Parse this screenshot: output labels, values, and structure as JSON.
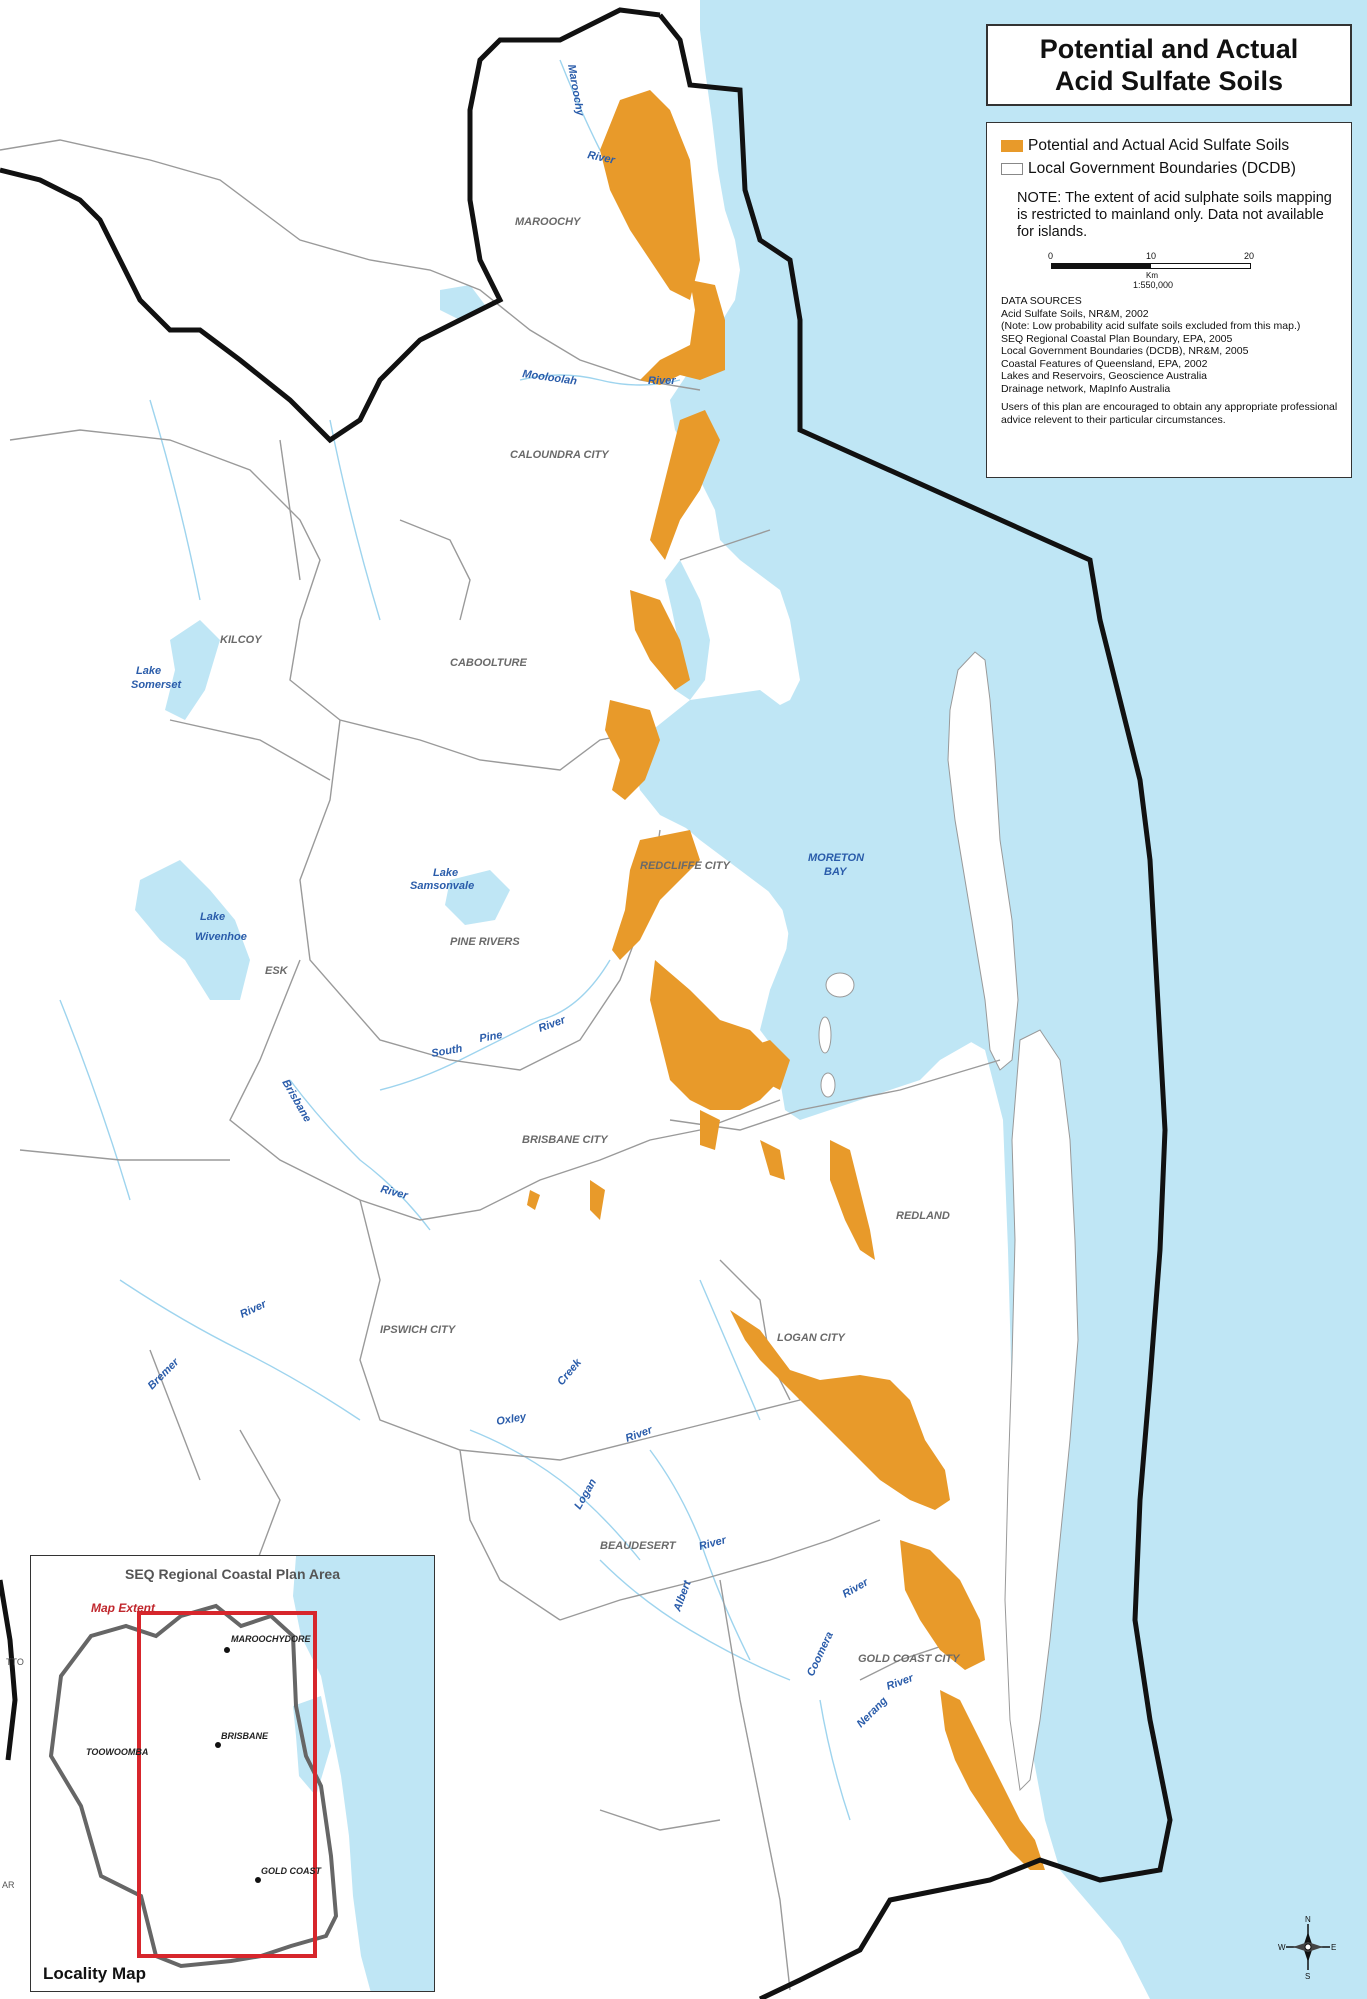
{
  "title": "Potential and Actual\nAcid Sulfate Soils",
  "legend": {
    "items": [
      {
        "label": "Potential and Actual Acid Sulfate Soils",
        "color": "#e89a2a"
      },
      {
        "label": "Local Government Boundaries (DCDB)",
        "color": "#888888"
      }
    ],
    "note": "NOTE: The extent of acid sulphate soils mapping is restricted to mainland only. Data not available for islands.",
    "scale": {
      "ticks": [
        "0",
        "10",
        "20"
      ],
      "unit": "Km",
      "ratio": "1:550,000"
    },
    "sources": [
      "DATA SOURCES",
      "Acid Sulfate Soils, NR&M, 2002",
      "(Note: Low probability acid sulfate soils excluded from this map.)",
      "SEQ Regional Coastal Plan Boundary, EPA, 2005",
      "Local Government Boundaries (DCDB), NR&M, 2005",
      "Coastal Features of Queensland, EPA, 2002",
      "Lakes and Reservoirs, Geoscience Australia",
      "Drainage network, MapInfo Australia"
    ],
    "users_note": "Users of this plan are encouraged to obtain any appropriate professional advice relevent to their particular circumstances."
  },
  "lga_labels": {
    "maroochy": "MAROOCHY",
    "caloundra": "CALOUNDRA CITY",
    "kilcoy": "KILCOY",
    "caboolture": "CABOOLTURE",
    "redcliffe": "REDCLIFFE CITY",
    "pine_rivers": "PINE RIVERS",
    "esk": "ESK",
    "brisbane": "BRISBANE CITY",
    "redland": "REDLAND",
    "ipswich": "IPSWICH CITY",
    "logan": "LOGAN CITY",
    "beaudesert": "BEAUDESERT",
    "gold_coast": "GOLD COAST CITY"
  },
  "water_labels": {
    "maroochy": "Maroochy",
    "river1": "River",
    "mooloolah": "Mooloolah",
    "river2": "River",
    "lake_somerset_1": "Lake",
    "lake_somerset_2": "Somerset",
    "lake_samsonvale_1": "Lake",
    "lake_samsonvale_2": "Samsonvale",
    "lake_wivenhoe_1": "Lake",
    "lake_wivenhoe_2": "Wivenhoe",
    "moreton_1": "MORETON",
    "moreton_2": "BAY",
    "south": "South",
    "pine": "Pine",
    "river3": "River",
    "brisbane": "Brisbane",
    "river4": "River",
    "river5": "River",
    "bremer": "Bremer",
    "oxley": "Oxley",
    "creek": "Creek",
    "logan": "Logan",
    "river6": "River",
    "albert": "Albert",
    "river7": "River",
    "coomera": "Coomera",
    "river8": "River",
    "nerang": "Nerang",
    "river9": "River"
  },
  "inset": {
    "title": "SEQ Regional Coastal Plan Area",
    "extent_label": "Map Extent",
    "name": "Locality Map",
    "towns": [
      "MAROOCHYDORE",
      "BRISBANE",
      "TOOWOOMBA",
      "GOLD COAST"
    ],
    "edge_labels": [
      "TTO",
      "AR"
    ]
  },
  "compass": {
    "n": "N",
    "s": "S",
    "e": "E",
    "w": "W"
  },
  "colors": {
    "sea": "#bfe6f5",
    "acid_soils": "#e89a2a",
    "boundary": "#9a9a9a",
    "plan_boundary": "#111111",
    "map_extent": "#d7262c"
  }
}
